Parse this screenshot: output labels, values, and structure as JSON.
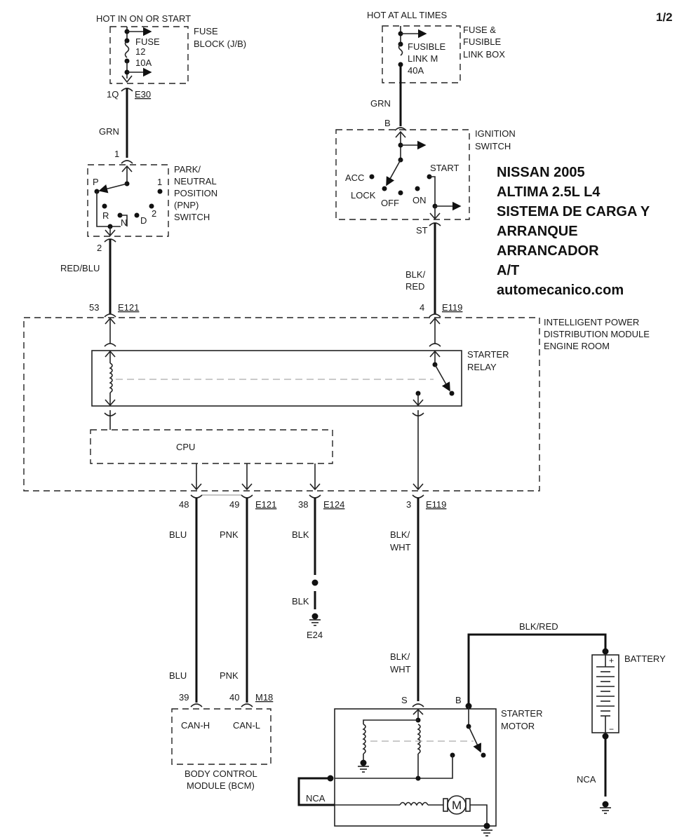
{
  "page_number": "1/2",
  "title_block": {
    "lines": [
      "NISSAN 2005",
      "ALTIMA 2.5L L4",
      "SISTEMA DE CARGA Y",
      "ARRANQUE",
      "ARRANCADOR",
      "A/T",
      "automecanico.com"
    ]
  },
  "fuse_block": {
    "power_label": "HOT IN ON OR START",
    "name": [
      "FUSE",
      "BLOCK (J/B)"
    ],
    "fuse": [
      "FUSE",
      "12",
      "10A"
    ],
    "pin": "1Q",
    "connector": "E30",
    "wire_color": "GRN"
  },
  "fusible_link_box": {
    "power_label": "HOT AT ALL TIMES",
    "name": [
      "FUSE &",
      "FUSIBLE",
      "LINK BOX"
    ],
    "fuse": [
      "FUSIBLE",
      "LINK M",
      "40A"
    ],
    "wire_color": "GRN"
  },
  "pnp_switch": {
    "pin_in": "1",
    "name": [
      "PARK/",
      "NEUTRAL",
      "POSITION",
      "(PNP)",
      "SWITCH"
    ],
    "positions": [
      "P",
      "1",
      "R",
      "N",
      "D",
      "2"
    ],
    "pin_out": "2",
    "wire_color": "RED/BLU",
    "ipdm_pin": "53",
    "ipdm_connector": "E121"
  },
  "ignition_switch": {
    "pin_in": "B",
    "name": [
      "IGNITION",
      "SWITCH"
    ],
    "positions": [
      "ACC",
      "LOCK",
      "OFF",
      "ON",
      "START"
    ],
    "pin_out": "ST",
    "wire_color": [
      "BLK/",
      "RED"
    ],
    "ipdm_pin": "4",
    "ipdm_connector": "E119"
  },
  "ipdm": {
    "name": [
      "INTELLIGENT POWER",
      "DISTRIBUTION MODULE",
      "ENGINE ROOM"
    ],
    "relay_name": [
      "STARTER",
      "RELAY"
    ],
    "cpu_label": "CPU"
  },
  "outputs": {
    "can_h": {
      "pin": "48",
      "wire_color": "BLU"
    },
    "can_l": {
      "pin": "49",
      "connector": "E121",
      "wire_color": "PNK"
    },
    "ground": {
      "pin": "38",
      "connector": "E124",
      "wire_color": "BLK",
      "wire_color_2": "BLK",
      "ground_id": "E24"
    },
    "starter": {
      "pin": "3",
      "connector": "E119",
      "wire_color": [
        "BLK/",
        "WHT"
      ],
      "wire_color_2": [
        "BLK/",
        "WHT"
      ]
    }
  },
  "bcm": {
    "wire_h": "BLU",
    "wire_l": "PNK",
    "pin_h": "39",
    "pin_l": "40",
    "connector": "M18",
    "can_h_label": "CAN-H",
    "can_l_label": "CAN-L",
    "name": [
      "BODY CONTROL",
      "MODULE (BCM)"
    ]
  },
  "starter_motor": {
    "pin_s": "S",
    "pin_b": "B",
    "name": [
      "STARTER",
      "MOTOR"
    ],
    "motor_label": "M",
    "nca_label": "NCA"
  },
  "battery": {
    "cable": "BLK/RED",
    "name": "BATTERY",
    "plus": "+",
    "minus": "−",
    "ground_wire": "NCA"
  }
}
